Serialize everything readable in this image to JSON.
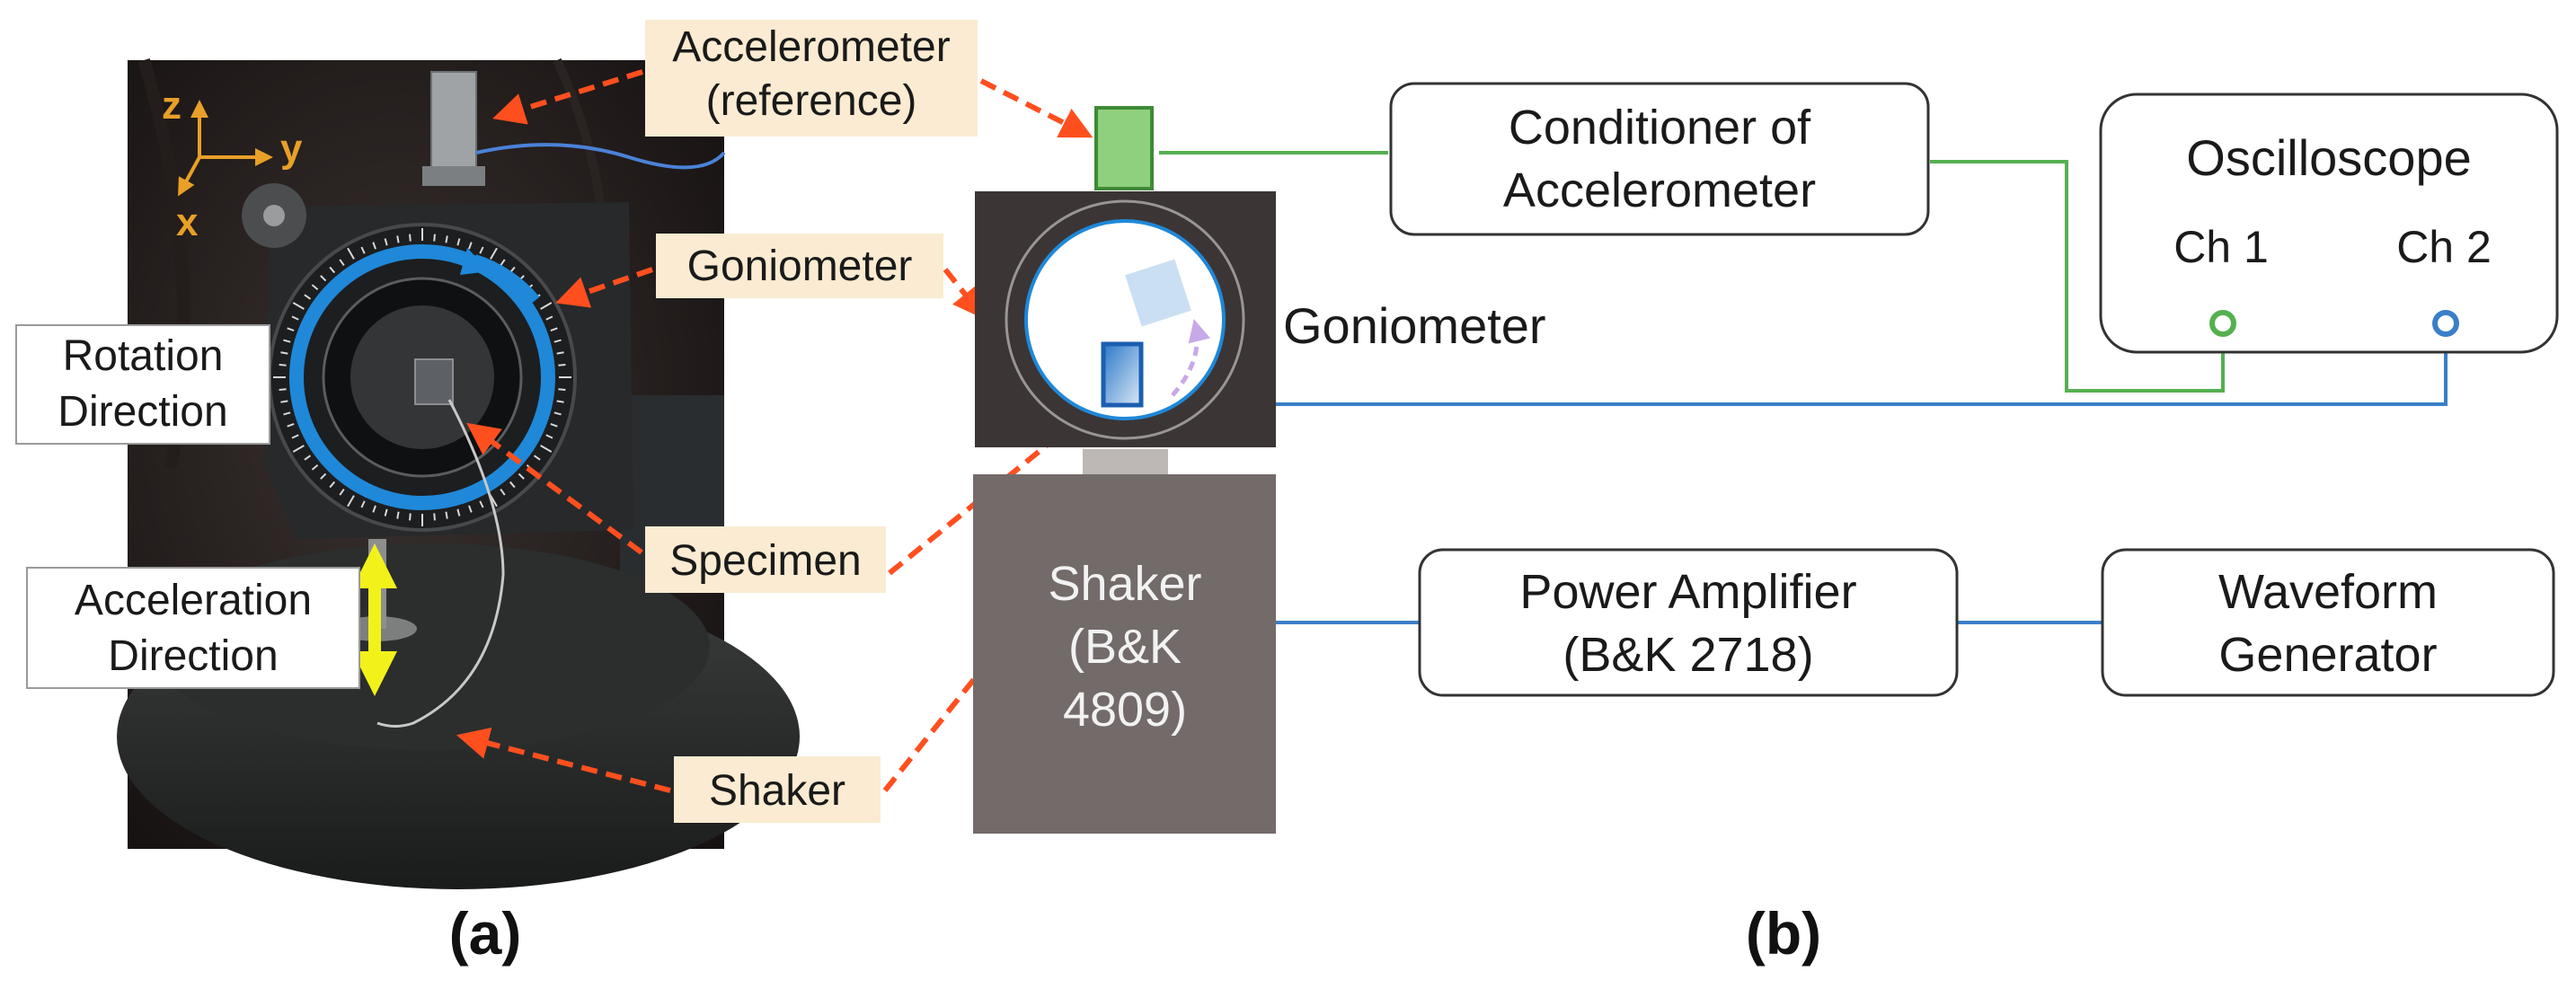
{
  "photo": {
    "callouts": {
      "accelerometer": [
        "Accelerometer",
        "(reference)"
      ],
      "goniometer": "Goniometer",
      "rotation": [
        "Rotation",
        "Direction"
      ],
      "acceleration": [
        "Acceleration",
        "Direction"
      ],
      "specimen": "Specimen",
      "shaker": "Shaker"
    },
    "axes": {
      "z": "z",
      "y": "y",
      "x": "x"
    }
  },
  "schematic": {
    "goniometer_label": "Goniometer",
    "shaker_label": [
      "Shaker",
      "(B&K",
      "4809)"
    ],
    "conditioner_label": [
      "Conditioner of",
      "Accelerometer"
    ],
    "oscilloscope": {
      "title": "Oscilloscope",
      "ch1": "Ch 1",
      "ch2": "Ch 2"
    },
    "amplifier_label": [
      "Power Amplifier",
      "(B&K 2718)"
    ],
    "waveform_label": [
      "Waveform",
      "Generator"
    ]
  },
  "panel_labels": {
    "a": "(a)",
    "b": "(b)"
  },
  "colors": {
    "callout_fill": "#FAEBD2",
    "callout_arrow": "#FF4F1F",
    "accel_green": "#8FD07E",
    "green_line": "#55B050",
    "blue_line": "#3A7FC8",
    "rotation_blue": "#1F88D8",
    "shaker_gray": "#736B69",
    "goniometer_dark": "#3B3535",
    "yellow_arrow": "#F2F21A",
    "axis_orange": "#E8A028"
  }
}
